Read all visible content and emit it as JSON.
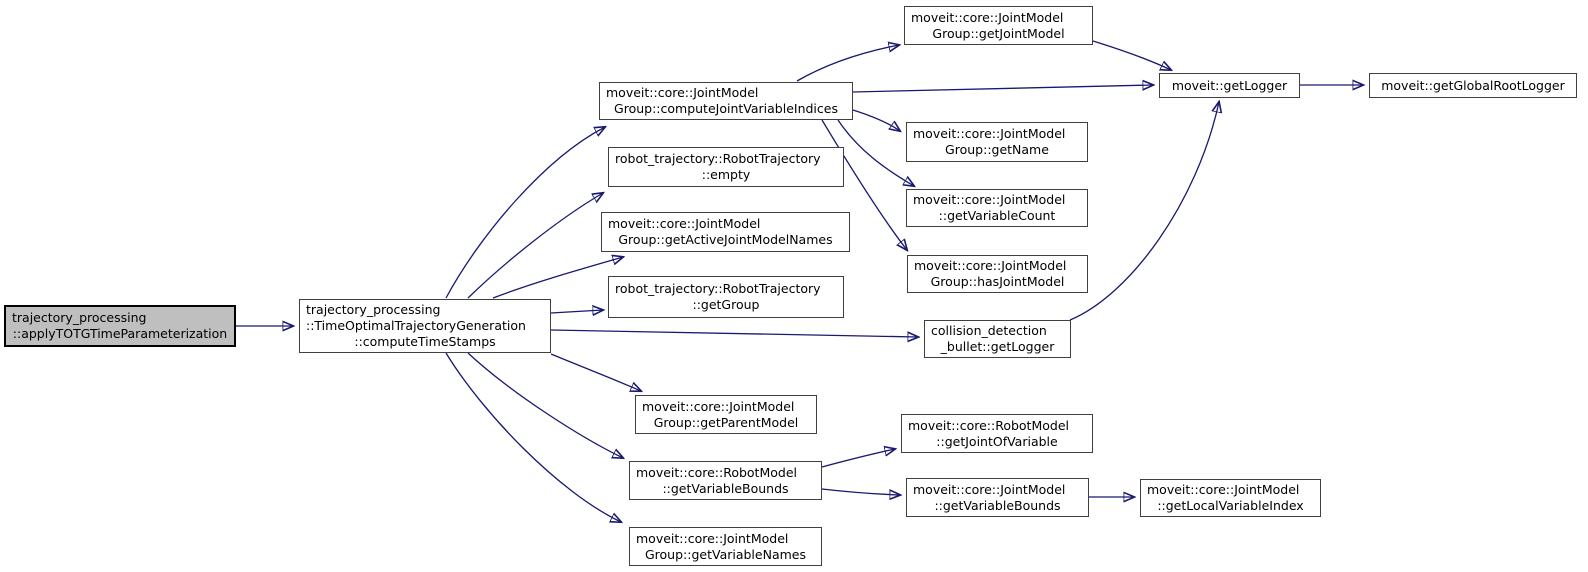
{
  "diagram": {
    "type": "call-graph",
    "background_color": "#ffffff",
    "edge_color": "#191970",
    "node_border_color": "#404040",
    "node_fill_color": "#ffffff",
    "current_node_fill_color": "#bfbfbf",
    "current_node_border_color": "#000000"
  },
  "nodes": {
    "applyTOTG": {
      "label": "trajectory_processing\n::applyTOTGTimeParameterization",
      "current": true
    },
    "computeTimeStamps": {
      "label": "trajectory_processing\n::TimeOptimalTrajectoryGeneration\n::computeTimeStamps"
    },
    "computeJointVariableIndices": {
      "label": "moveit::core::JointModel\nGroup::computeJointVariableIndices"
    },
    "robotTrajectoryEmpty": {
      "label": "robot_trajectory::RobotTrajectory\n::empty"
    },
    "getActiveJointModelNames": {
      "label": "moveit::core::JointModel\nGroup::getActiveJointModelNames"
    },
    "robotTrajectoryGetGroup": {
      "label": "robot_trajectory::RobotTrajectory\n::getGroup"
    },
    "getParentModel": {
      "label": "moveit::core::JointModel\nGroup::getParentModel"
    },
    "robotModelGetVariableBounds": {
      "label": "moveit::core::RobotModel\n::getVariableBounds"
    },
    "getVariableNames": {
      "label": "moveit::core::JointModel\nGroup::getVariableNames"
    },
    "getJointModel": {
      "label": "moveit::core::JointModel\nGroup::getJointModel"
    },
    "getName": {
      "label": "moveit::core::JointModel\nGroup::getName"
    },
    "getVariableCount": {
      "label": "moveit::core::JointModel\n::getVariableCount"
    },
    "hasJointModel": {
      "label": "moveit::core::JointModel\nGroup::hasJointModel"
    },
    "bulletGetLogger": {
      "label": "collision_detection\n_bullet::getLogger"
    },
    "getLogger": {
      "label": "moveit::getLogger"
    },
    "getGlobalRootLogger": {
      "label": "moveit::getGlobalRootLogger"
    },
    "getJointOfVariable": {
      "label": "moveit::core::RobotModel\n::getJointOfVariable"
    },
    "jointModelGetVariableBounds": {
      "label": "moveit::core::JointModel\n::getVariableBounds"
    },
    "getLocalVariableIndex": {
      "label": "moveit::core::JointModel\n::getLocalVariableIndex"
    }
  },
  "edges": [
    {
      "from": "applyTOTG",
      "to": "computeTimeStamps"
    },
    {
      "from": "computeTimeStamps",
      "to": "computeJointVariableIndices"
    },
    {
      "from": "computeTimeStamps",
      "to": "robotTrajectoryEmpty"
    },
    {
      "from": "computeTimeStamps",
      "to": "getActiveJointModelNames"
    },
    {
      "from": "computeTimeStamps",
      "to": "robotTrajectoryGetGroup"
    },
    {
      "from": "computeTimeStamps",
      "to": "bulletGetLogger"
    },
    {
      "from": "computeTimeStamps",
      "to": "getParentModel"
    },
    {
      "from": "computeTimeStamps",
      "to": "robotModelGetVariableBounds"
    },
    {
      "from": "computeTimeStamps",
      "to": "getVariableNames"
    },
    {
      "from": "computeJointVariableIndices",
      "to": "getJointModel"
    },
    {
      "from": "computeJointVariableIndices",
      "to": "getLogger"
    },
    {
      "from": "computeJointVariableIndices",
      "to": "getName"
    },
    {
      "from": "computeJointVariableIndices",
      "to": "getVariableCount"
    },
    {
      "from": "computeJointVariableIndices",
      "to": "hasJointModel"
    },
    {
      "from": "getJointModel",
      "to": "getLogger"
    },
    {
      "from": "bulletGetLogger",
      "to": "getLogger"
    },
    {
      "from": "getLogger",
      "to": "getGlobalRootLogger"
    },
    {
      "from": "robotModelGetVariableBounds",
      "to": "getJointOfVariable"
    },
    {
      "from": "robotModelGetVariableBounds",
      "to": "jointModelGetVariableBounds"
    },
    {
      "from": "jointModelGetVariableBounds",
      "to": "getLocalVariableIndex"
    }
  ]
}
